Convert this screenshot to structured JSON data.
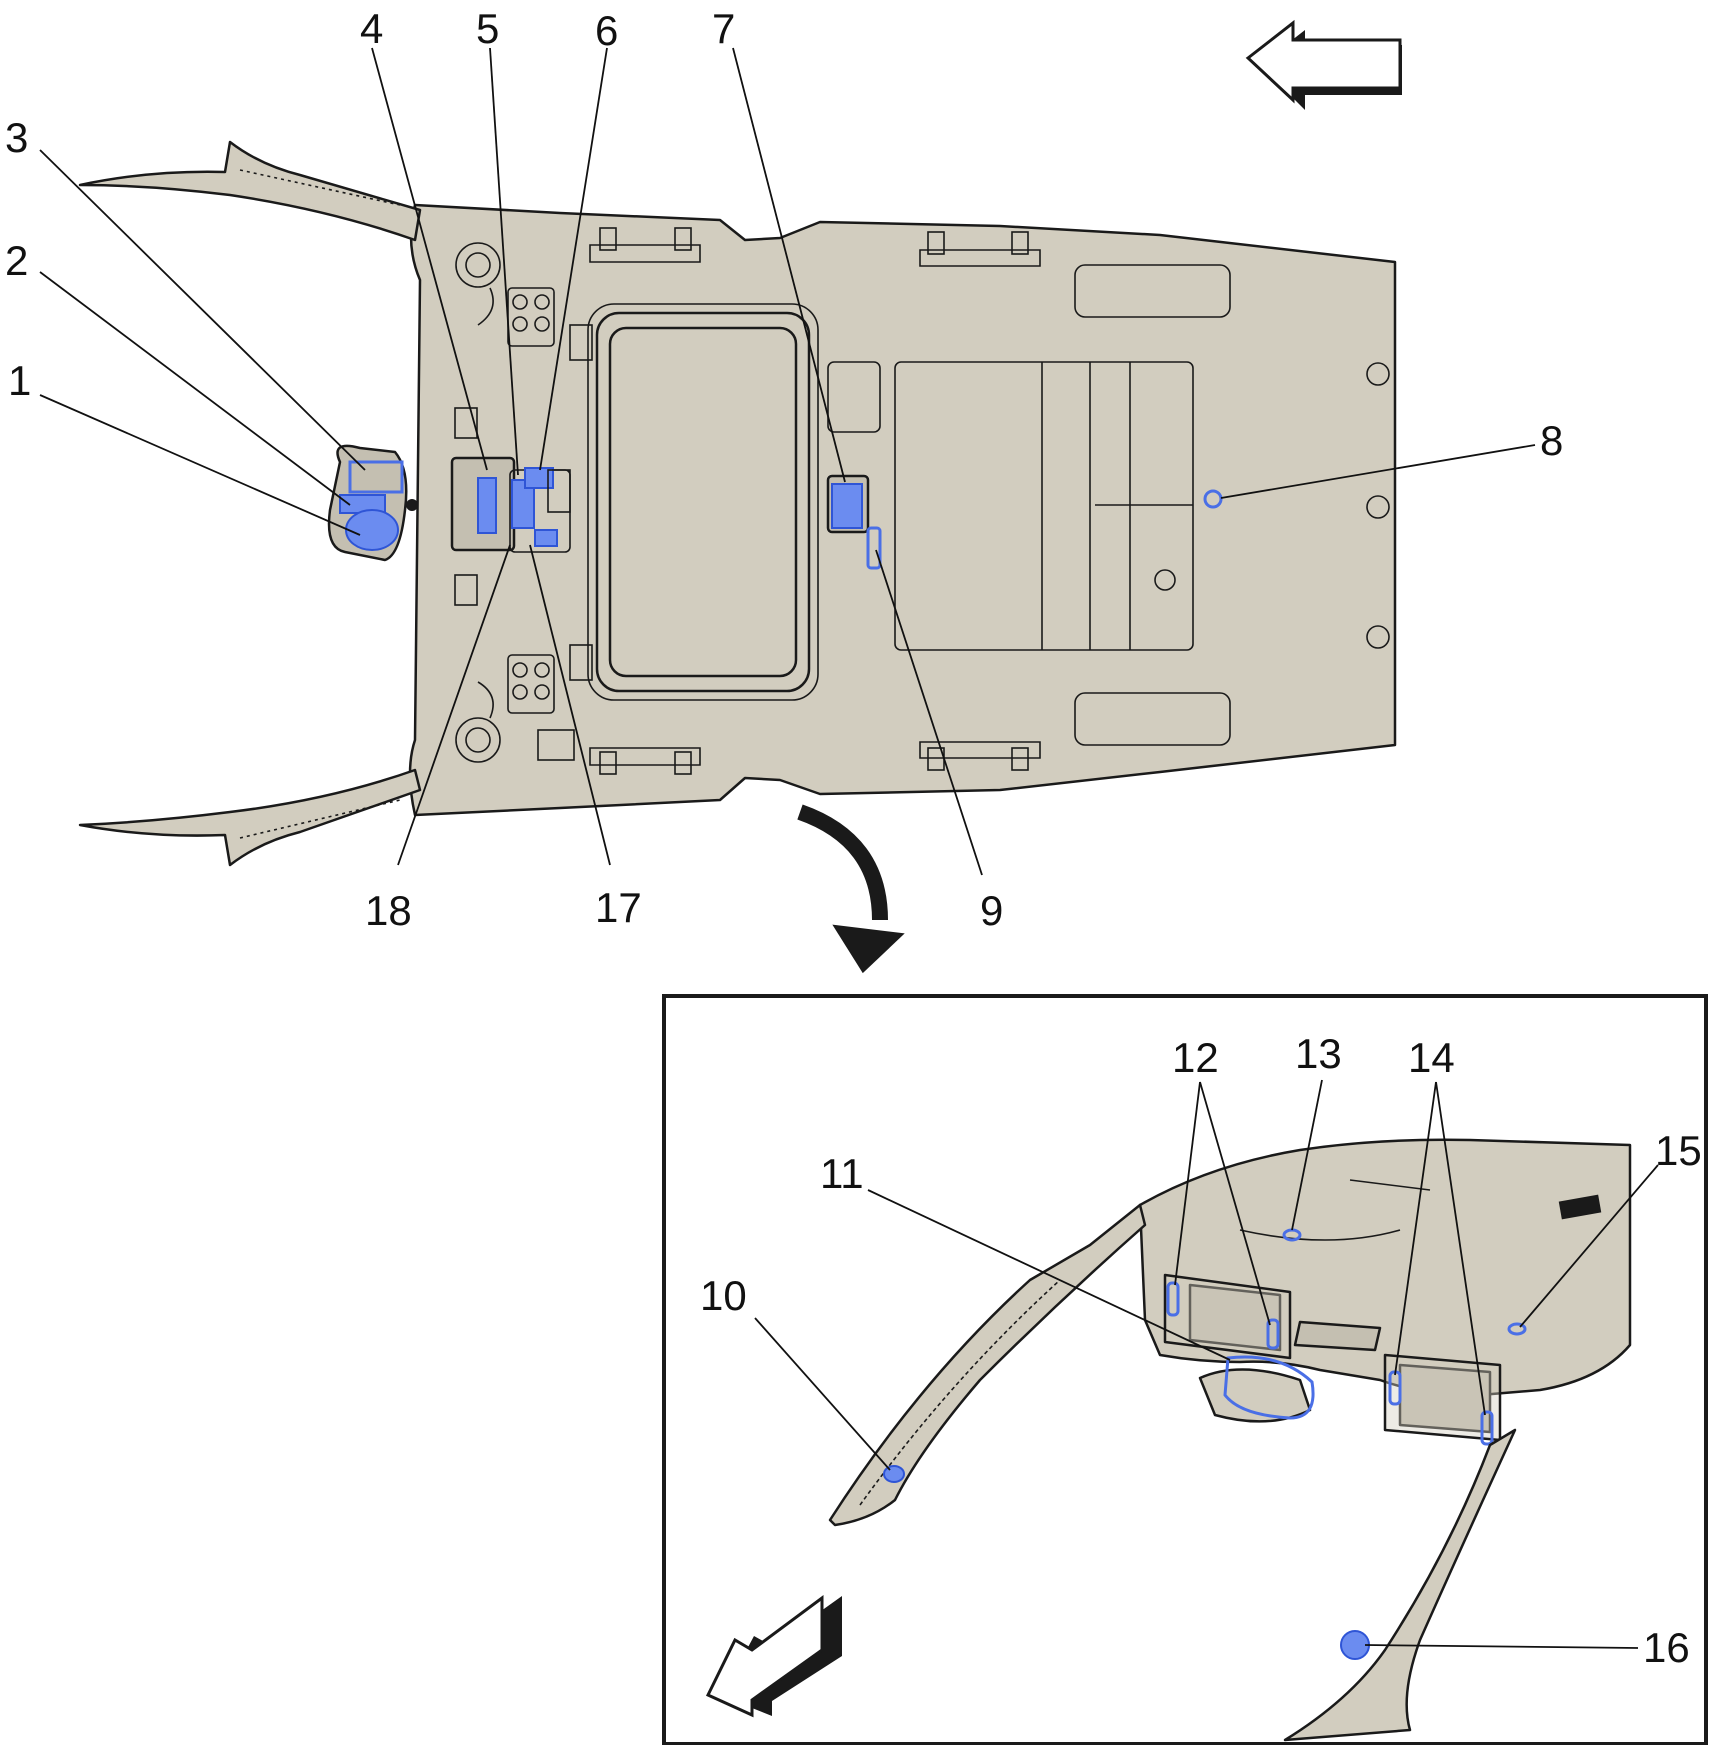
{
  "figure": {
    "callouts": {
      "c1": "1",
      "c2": "2",
      "c3": "3",
      "c4": "4",
      "c5": "5",
      "c6": "6",
      "c7": "7",
      "c8": "8",
      "c9": "9",
      "c10": "10",
      "c11": "11",
      "c12": "12",
      "c13": "13",
      "c14": "14",
      "c15": "15",
      "c16": "16",
      "c17": "17",
      "c18": "18"
    },
    "colors": {
      "panel": "#d2cdbf",
      "panel_dark": "#b9b3a3",
      "highlight": "#6b8cf0",
      "line": "#1a1a1a",
      "background": "#ffffff"
    },
    "icons": [
      "direction-arrow-forward",
      "direction-arrow-rear-view",
      "view-transition-arrow"
    ]
  }
}
